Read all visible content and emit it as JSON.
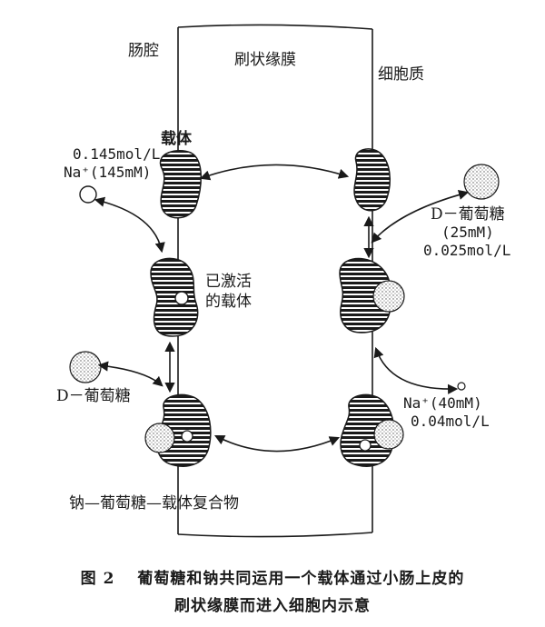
{
  "regions": {
    "lumen": "肠腔",
    "membrane": "刷状缘膜",
    "cytoplasm": "细胞质"
  },
  "labels": {
    "carrier": "载体",
    "na_outside_conc": "0.145mol/L",
    "na_outside_mm": "Na⁺(145mM)",
    "activated_line1": "已激活",
    "activated_line2": "的载体",
    "glucose_outside": "D－葡萄糖",
    "complex": "钠—葡萄糖—载体复合物",
    "glucose_inside_name": "D－葡萄糖",
    "glucose_inside_mm": "(25mM)",
    "glucose_inside_conc": "0.025mol/L",
    "na_inside_mm": "Na⁺(40mM)",
    "na_inside_conc": "0.04mol/L"
  },
  "caption": {
    "line1": "图 2　 葡萄糖和钠共同运用一个载体通过小肠上皮的",
    "line2": "刷状缘膜而进入细胞内示意"
  }
}
